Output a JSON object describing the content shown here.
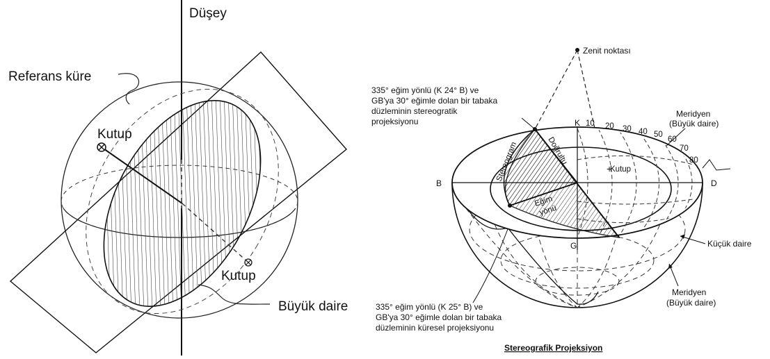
{
  "left_figure": {
    "vertical_label": "Düşey",
    "reference_sphere_label": "Referans küre",
    "pole_upper_label": "Kutup",
    "pole_lower_label": "Kutup",
    "great_circle_label": "Büyük daire"
  },
  "right_figure": {
    "zenith_label": "Zenit noktası",
    "stereo_note": [
      "335° eğim yönlü (K 24° B) ve",
      "GB'ya 30° eğimle dolan bir tabaka",
      "düzleminin stereogratik",
      "projeksiyonu"
    ],
    "spherical_note": [
      "335° eğim yönlü (K 25° B) ve",
      "GB'ya 30° eğimle dolan bir tabaka",
      "düzleminin küresel projeksiyonu"
    ],
    "north": "K",
    "west": "B",
    "east": "D",
    "south": "G",
    "meridian_top": [
      "Meridyen",
      "(Büyük daire)"
    ],
    "meridian_bottom": [
      "Meridyen",
      "(Büyük daire)"
    ],
    "small_circle": "Küçük daire",
    "pole": "Kutup",
    "strike": "Doğrultu",
    "stereogram": "Stereogram",
    "dip_direction": [
      "Eğim",
      "yönü"
    ],
    "degree_ticks": [
      "10",
      "20",
      "30",
      "40",
      "50",
      "60",
      "70",
      "80"
    ],
    "caption": "Stereografik Projeksiyon"
  }
}
